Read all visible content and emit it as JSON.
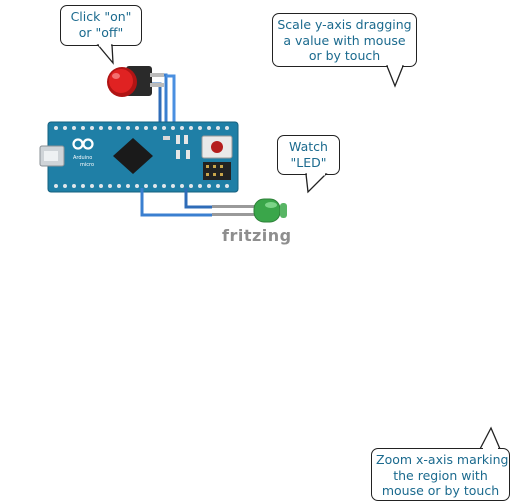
{
  "callouts": {
    "button": [
      "Click \"on\"",
      "or \"off\""
    ],
    "yaxis": [
      "Scale y-axis dragging",
      "a value with mouse",
      "or by touch"
    ],
    "led": [
      "Watch",
      "\"LED\""
    ],
    "xaxis": [
      "Zoom x-axis marking",
      "the region with",
      "mouse or by touch"
    ]
  },
  "board": {
    "logo_text": "Arduino",
    "model_text": "micro"
  },
  "watermark": "fritzing",
  "colors": {
    "board": "#1f7fa6",
    "wire": "#3a7fd0",
    "button_cap": "#d01a1a",
    "led": "#3aa64a",
    "callout_text": "#1b6a8e"
  }
}
